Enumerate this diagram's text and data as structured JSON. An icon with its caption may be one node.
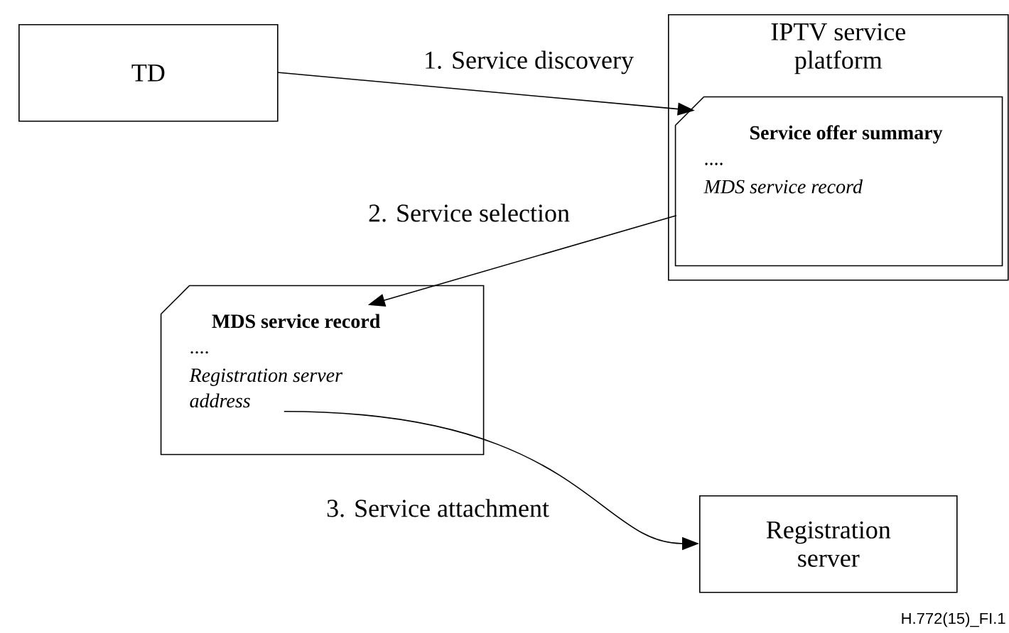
{
  "diagram": {
    "nodes": [
      {
        "text": [
          "TD"
        ]
      },
      {
        "text": [
          "IPTV service platform"
        ]
      },
      {
        "text": [
          "Service offer summary",
          "....",
          "MDS service record"
        ],
        "in": 1
      },
      {
        "text": [
          "MDS service record",
          "....",
          "Registration server address"
        ]
      },
      {
        "text": [
          "Registration server"
        ]
      }
    ],
    "edges": [
      {
        "from": 0,
        "to": 2,
        "arrow": "to",
        "label": "1. Service discovery"
      },
      {
        "from": 2,
        "to": 3,
        "arrow": "to",
        "label": "2. Service selection"
      },
      {
        "from": 3,
        "to": 4,
        "arrow": "to",
        "label": "3. Service attachment"
      }
    ],
    "labels": [
      "H.772(15)_FI.1"
    ]
  }
}
